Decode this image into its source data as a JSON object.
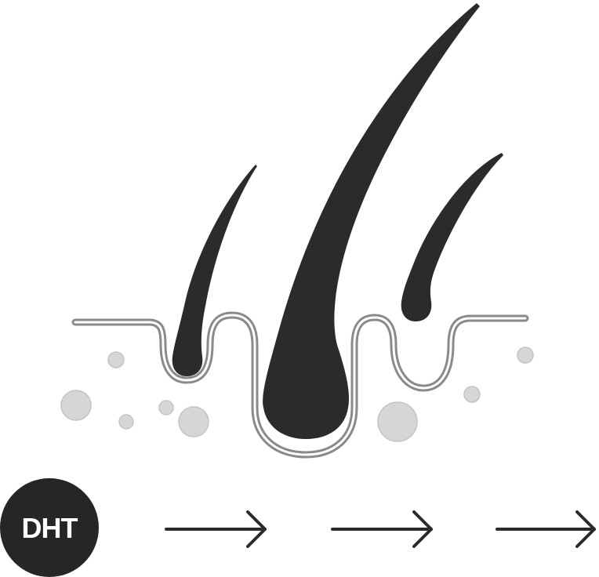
{
  "diagram": {
    "badge": {
      "label": "DHT"
    },
    "arrows_count": 3,
    "hairs": [
      "short-hair-left",
      "long-hair-center",
      "short-hair-right"
    ],
    "colors": {
      "hair": "#2b2b2b",
      "skin_line_outer": "#8a8a8a",
      "skin_line_inner": "#ffffff",
      "dots": "#d6d6d6",
      "dots_outline": "#c4c4c4",
      "badge_fill": "#262626",
      "badge_text": "#ffffff",
      "arrow": "#2b2b2b"
    }
  }
}
